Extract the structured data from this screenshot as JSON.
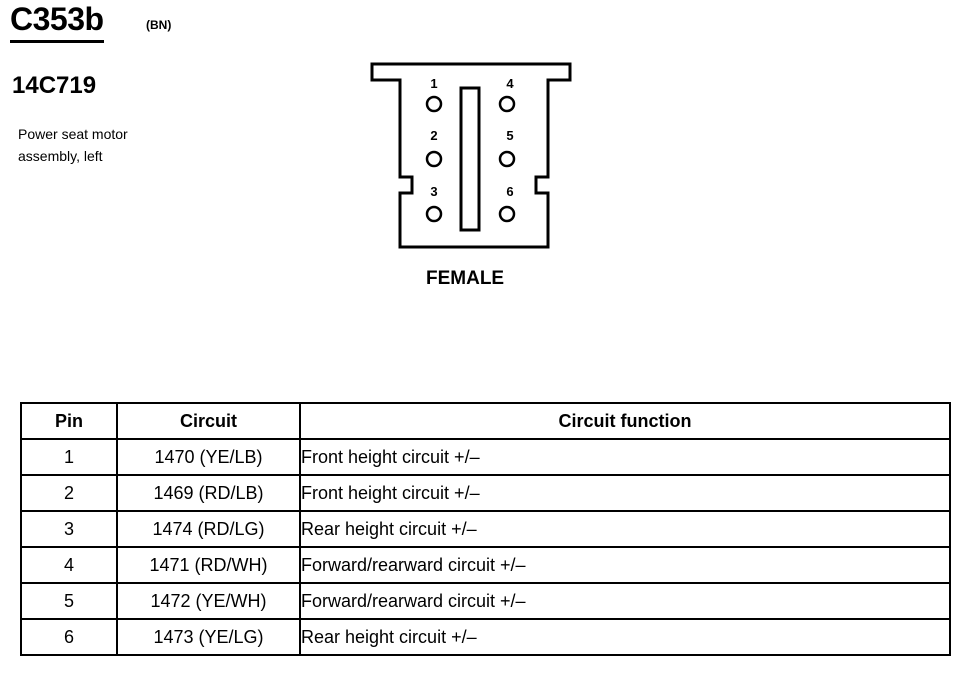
{
  "header": {
    "connector_id": "C353b",
    "color_code": "(BN)",
    "part_number": "14C719",
    "description": "Power seat motor assembly, left"
  },
  "connector": {
    "gender_label": "FEMALE",
    "pin_labels": [
      "1",
      "2",
      "3",
      "4",
      "5",
      "6"
    ]
  },
  "table": {
    "headers": [
      "Pin",
      "Circuit",
      "Circuit function"
    ],
    "rows": [
      {
        "pin": "1",
        "circuit": "1470 (YE/LB)",
        "function": "Front height circuit +/–"
      },
      {
        "pin": "2",
        "circuit": "1469 (RD/LB)",
        "function": "Front height circuit +/–"
      },
      {
        "pin": "3",
        "circuit": "1474 (RD/LG)",
        "function": "Rear height circuit +/–"
      },
      {
        "pin": "4",
        "circuit": "1471 (RD/WH)",
        "function": "Forward/rearward circuit +/–"
      },
      {
        "pin": "5",
        "circuit": "1472 (YE/WH)",
        "function": "Forward/rearward circuit +/–"
      },
      {
        "pin": "6",
        "circuit": "1473 (YE/LG)",
        "function": "Rear height circuit +/–"
      }
    ]
  }
}
